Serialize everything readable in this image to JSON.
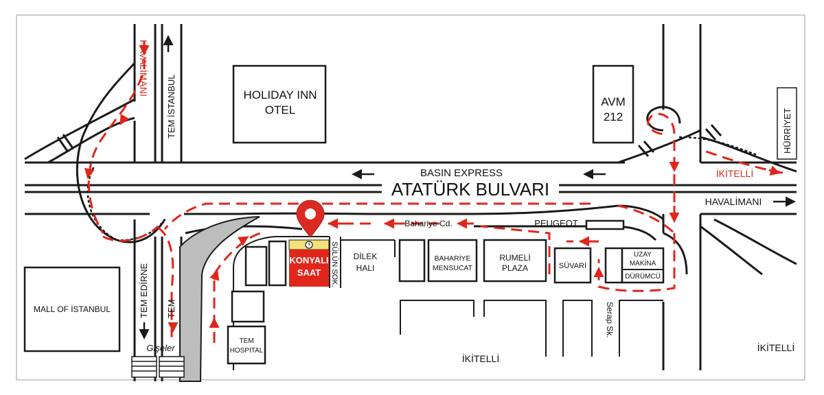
{
  "colors": {
    "route": "#e0261b",
    "highlight_box": "#e0261b",
    "gray_area": "#bdbdbd",
    "road_line": "#1a1a1a",
    "background": "#ffffff"
  },
  "roads": {
    "main_boulevard": "ATATÜRK BULVARI",
    "basin_express": "BASIN EXPRESS",
    "tem_istanbul": "TEM İSTANBUL",
    "tem_edirne": "TEM EDİRNE",
    "tem": "TEM",
    "havalimani_left": "HAVALİMANI",
    "havalimani_right": "HAVALİMANI",
    "ikitelli_right": "İKİTELLİ",
    "hurriyet": "HÜRRİYET",
    "bahariye_cd": "Bahariye Cd.",
    "sulun_sok": "SÜLÜN SOK.",
    "serap_sk": "Serap Sk.",
    "giseler": "Gişeler"
  },
  "landmarks": {
    "holiday_inn_1": "HOLIDAY INN",
    "holiday_inn_2": "OTEL",
    "avm_1": "AVM",
    "avm_2": "212",
    "mall": "MALL OF İSTANBUL",
    "tem_hospital_1": "TEM",
    "tem_hospital_2": "HOSPITAL",
    "dilek_1": "DİLEK",
    "dilek_2": "HALI",
    "bahariye_1": "BAHARİYE",
    "bahariye_2": "MENSUCAT",
    "rumeli_1": "RUMELİ",
    "rumeli_2": "PLAZA",
    "suvari": "SÜVARİ",
    "uzay_1": "UZAY",
    "uzay_2": "MAKİNA",
    "durumcu": "DÜRÜMCÜ",
    "peugeot": "PEUGEOT",
    "ikitelli_bottom": "İKİTELLİ",
    "ikitelli_bottom_right": "İKİTELLİ"
  },
  "destination": {
    "line1": "KONYALI",
    "line2": "SAAT"
  },
  "icons": {
    "marker": "map-pin-icon",
    "clock": "clock-icon",
    "arrow": "arrow-icon"
  }
}
